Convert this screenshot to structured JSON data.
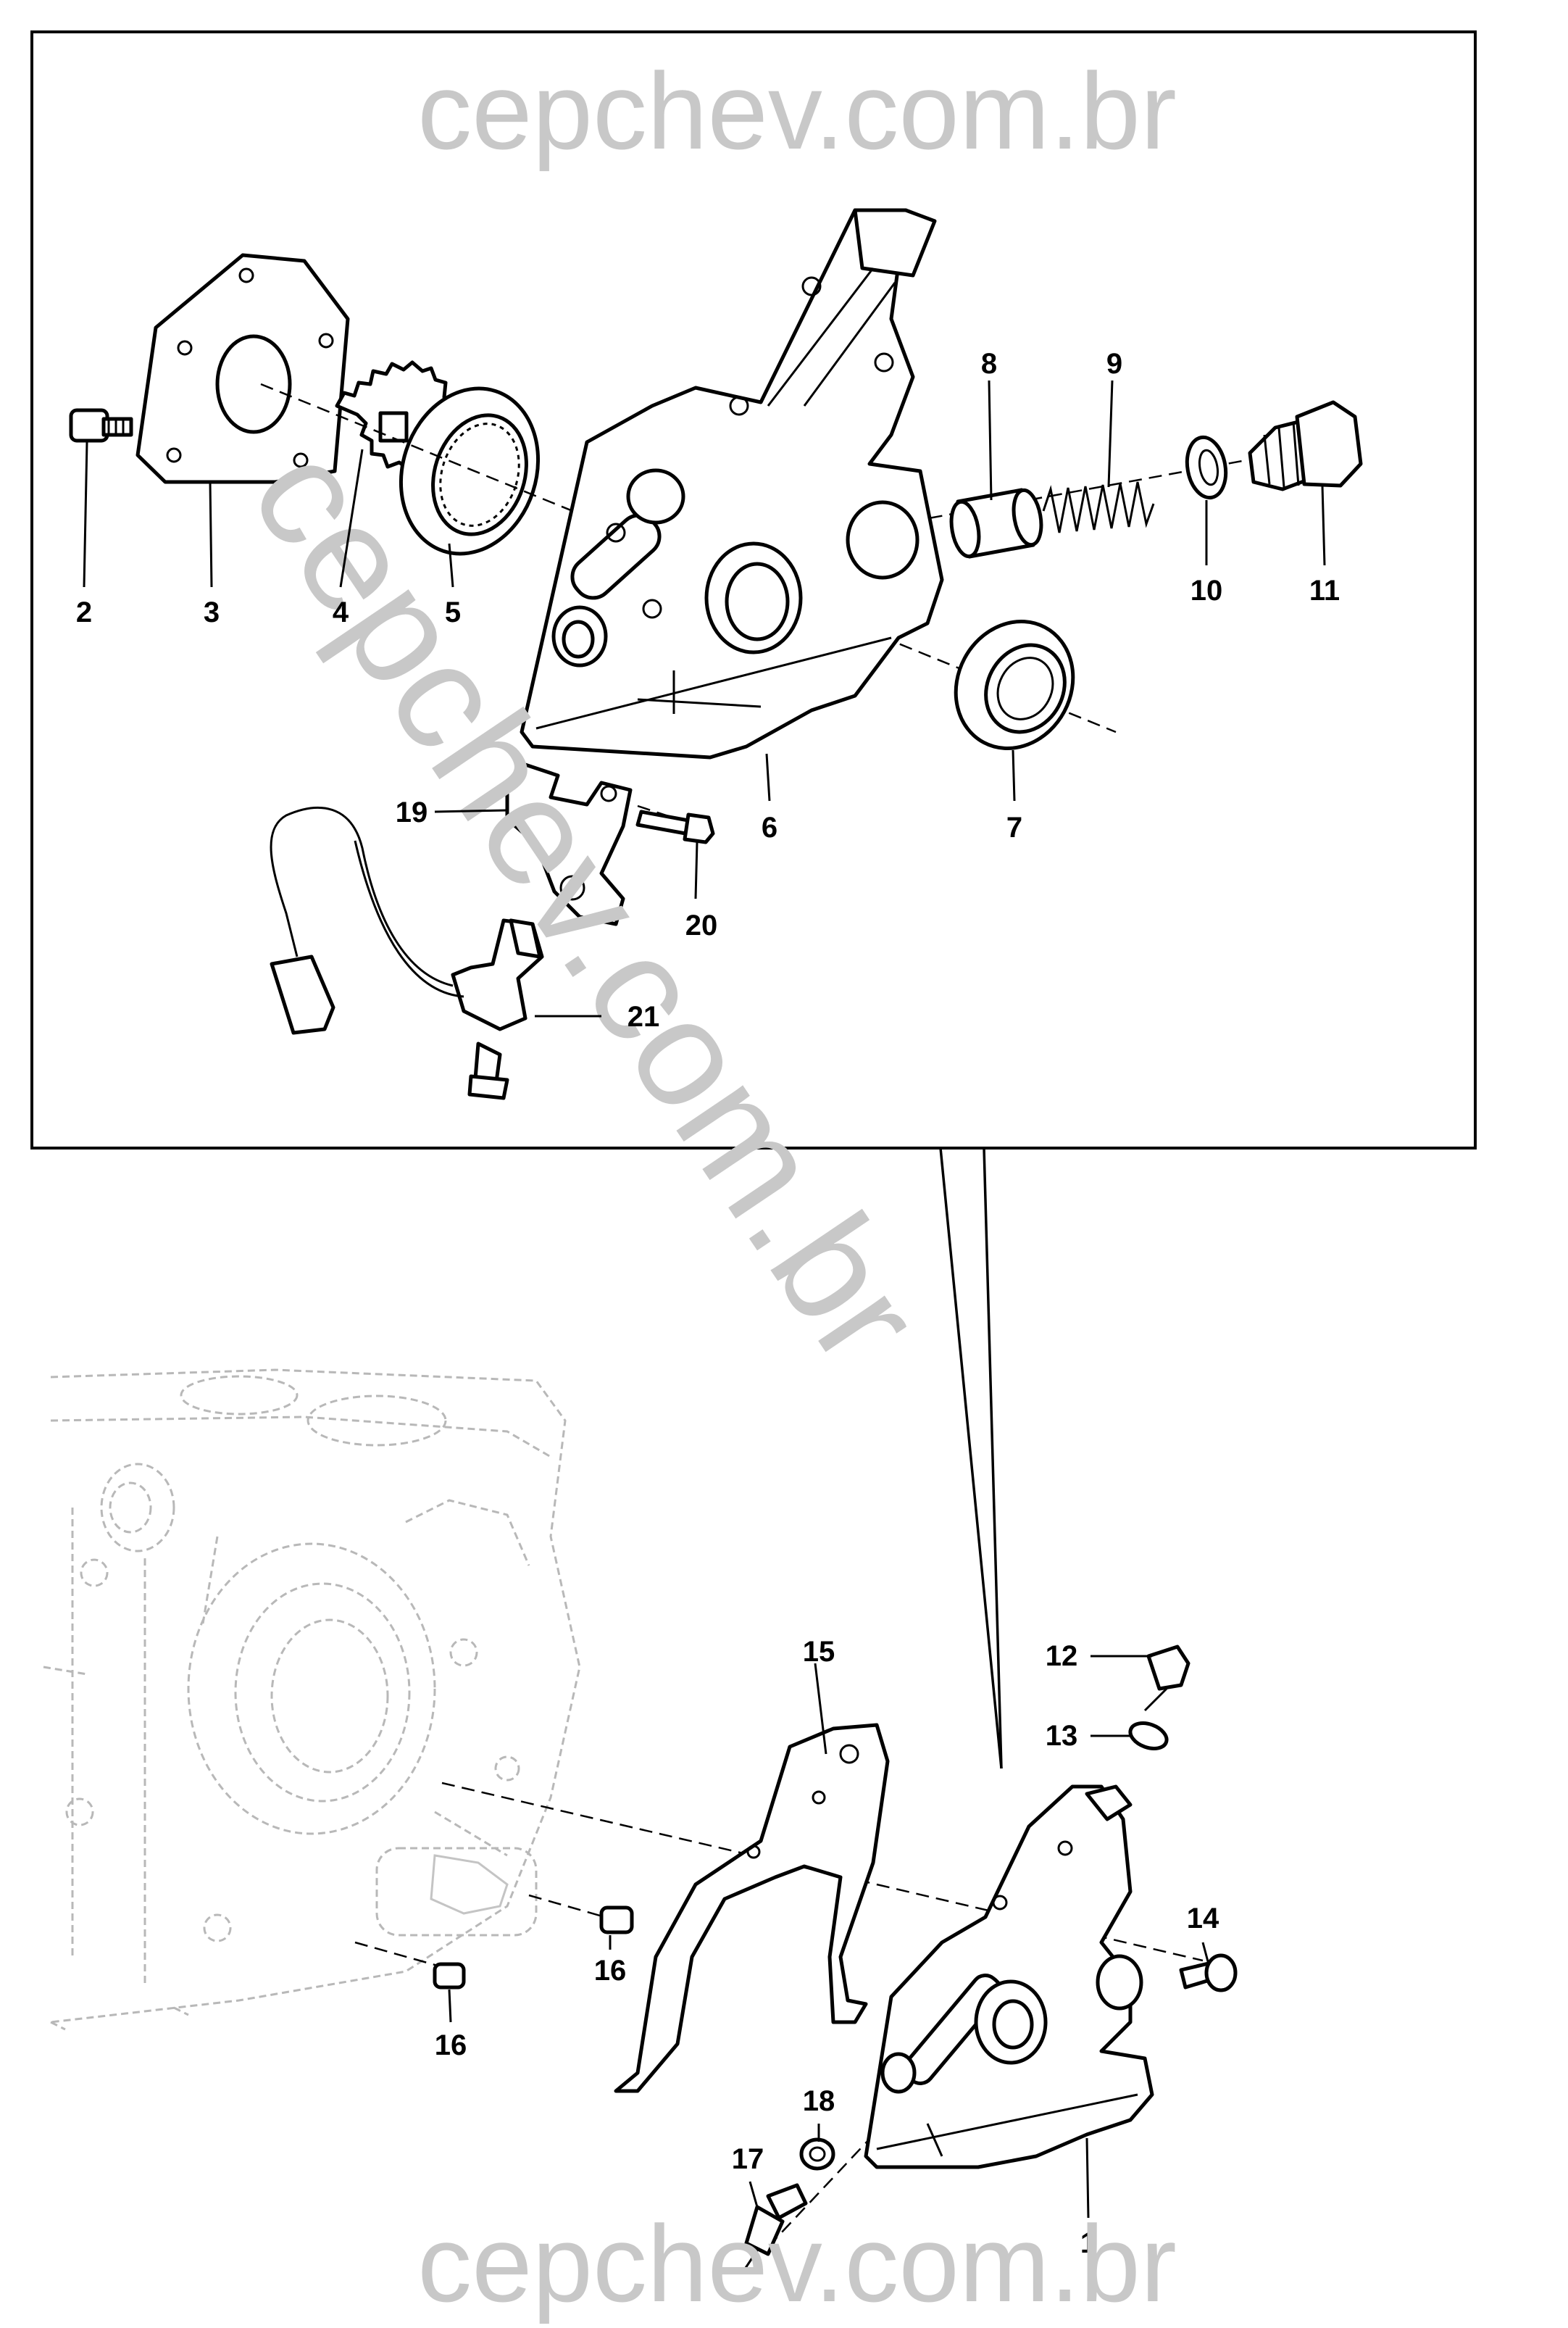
{
  "watermark": {
    "top": "cepchev.com.br",
    "diagonal": "cepchev.com.br",
    "bottom": "cepchev.com.br"
  },
  "callouts": {
    "c1": "1",
    "c2": "2",
    "c3": "3",
    "c4": "4",
    "c5": "5",
    "c6": "6",
    "c7": "7",
    "c8": "8",
    "c9": "9",
    "c10": "10",
    "c11": "11",
    "c12": "12",
    "c13": "13",
    "c14": "14",
    "c15": "15",
    "c16a": "16",
    "c16b": "16",
    "c17": "17",
    "c18": "18",
    "c19": "19",
    "c20": "20",
    "c21": "21"
  }
}
